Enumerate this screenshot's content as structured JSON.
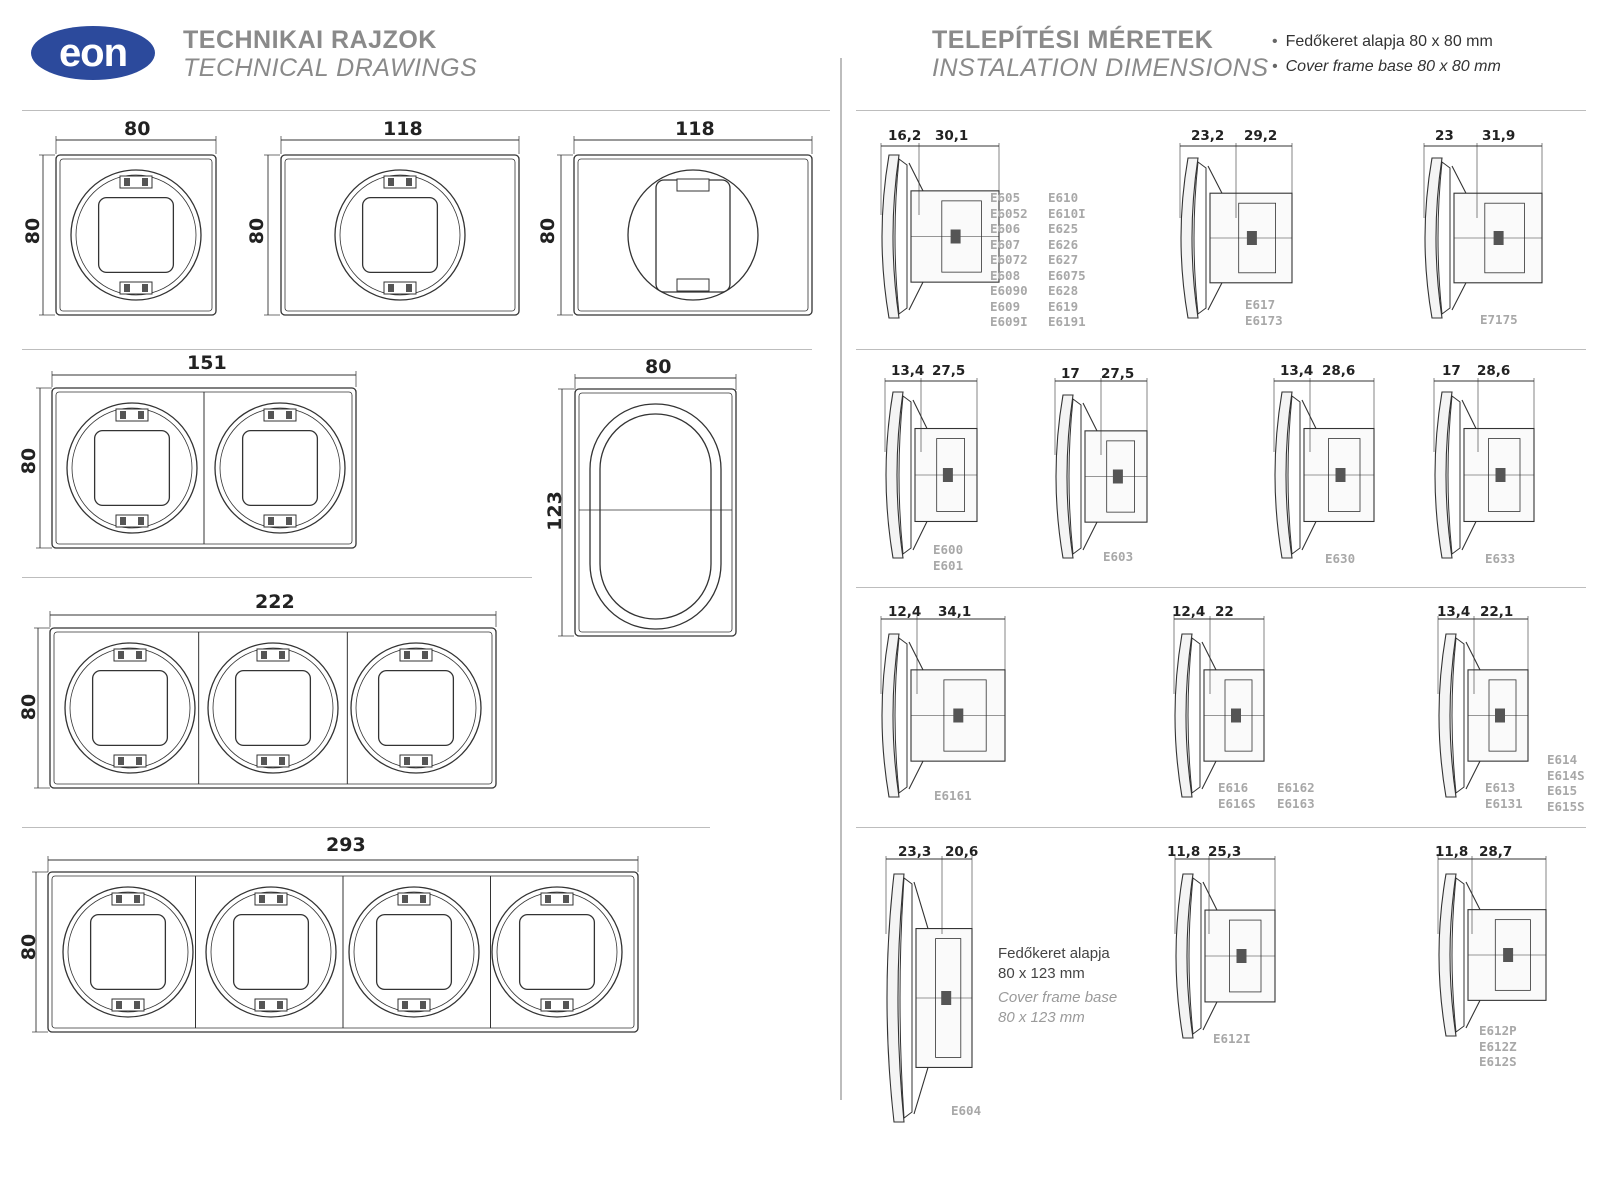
{
  "brand": {
    "logo_text": "eon",
    "logo_color": "#2c4a9c"
  },
  "header_left": {
    "title": "TECHNIKAI RAJZOK",
    "subtitle": "TECHNICAL DRAWINGS"
  },
  "header_right": {
    "title": "TELEPÍTÉSI MÉRETEK",
    "subtitle": "INSTALATION DIMENSIONS",
    "notes": [
      "Fedőkeret alapja 80 x 80 mm",
      "Cover frame base 80 x 80 mm"
    ]
  },
  "frames": {
    "single": {
      "width": "80",
      "height": "80"
    },
    "single_wide": {
      "width": "118",
      "height": "80"
    },
    "single_wide_mini": {
      "width": "118",
      "height": "80"
    },
    "double": {
      "width": "151",
      "height": "80"
    },
    "vertical": {
      "width": "80",
      "height": "123"
    },
    "triple": {
      "width": "222",
      "height": "80"
    },
    "quad": {
      "width": "293",
      "height": "80"
    }
  },
  "installation": [
    {
      "d1": "16,2",
      "d2": "30,1",
      "codes_a": "E605\nE6052\nE606\nE607\nE6072\nE608\nE6090\nE609\nE609I",
      "codes_b": "E610\nE610I\nE625\nE626\nE627\nE6075\nE628\nE619\nE6191"
    },
    {
      "d1": "23,2",
      "d2": "29,2",
      "codes": "E617\nE6173"
    },
    {
      "d1": "23",
      "d2": "31,9",
      "codes": "E7175"
    },
    {
      "d1": "13,4",
      "d2": "27,5",
      "codes": "E600\nE601"
    },
    {
      "d1": "17",
      "d2": "27,5",
      "codes": "E603"
    },
    {
      "d1": "13,4",
      "d2": "28,6",
      "codes": "E630"
    },
    {
      "d1": "17",
      "d2": "28,6",
      "codes": "E633"
    },
    {
      "d1": "12,4",
      "d2": "34,1",
      "codes": "E6161"
    },
    {
      "d1": "12,4",
      "d2": "22",
      "codes_a": "E616\nE616S",
      "codes_b": "E6162\nE6163"
    },
    {
      "d1": "13,4",
      "d2": "22,1",
      "codes_a": "E613\nE6131",
      "codes_b": "E614\nE614S\nE615\nE615S"
    },
    {
      "d1": "23,3",
      "d2": "20,6",
      "codes": "E604",
      "note": "Fedőkeret alapja\n80 x 123 mm",
      "note_en": "Cover frame base\n80 x 123 mm"
    },
    {
      "d1": "11,8",
      "d2": "25,3",
      "codes": "E612I"
    },
    {
      "d1": "11,8",
      "d2": "28,7",
      "codes": "E612P\nE612Z\nE612S"
    }
  ]
}
